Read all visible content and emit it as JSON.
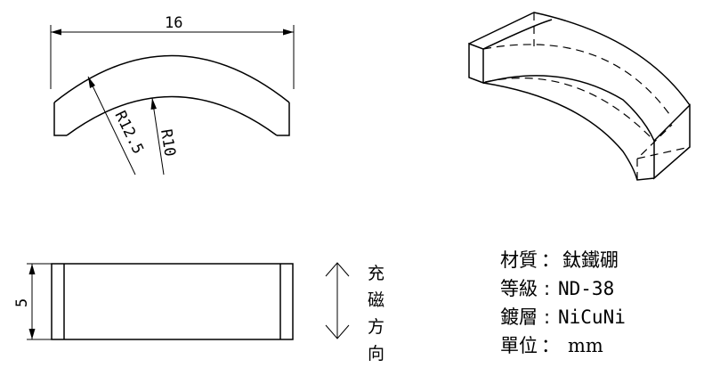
{
  "dimensions": {
    "width": "16",
    "outer_radius": "R12.5",
    "inner_radius": "R10",
    "thickness": "5"
  },
  "magnetization_direction": {
    "chars": [
      "充",
      "磁",
      "方",
      "向"
    ]
  },
  "specs": [
    {
      "label": "材質",
      "sep": "：",
      "value": "鈦鐵硼"
    },
    {
      "label": "等級",
      "sep": ":",
      "value": "ND-38"
    },
    {
      "label": "鍍層",
      "sep": ":",
      "value": "NiCuNi"
    },
    {
      "label": "單位",
      "sep": "：",
      "value": "mm"
    }
  ]
}
